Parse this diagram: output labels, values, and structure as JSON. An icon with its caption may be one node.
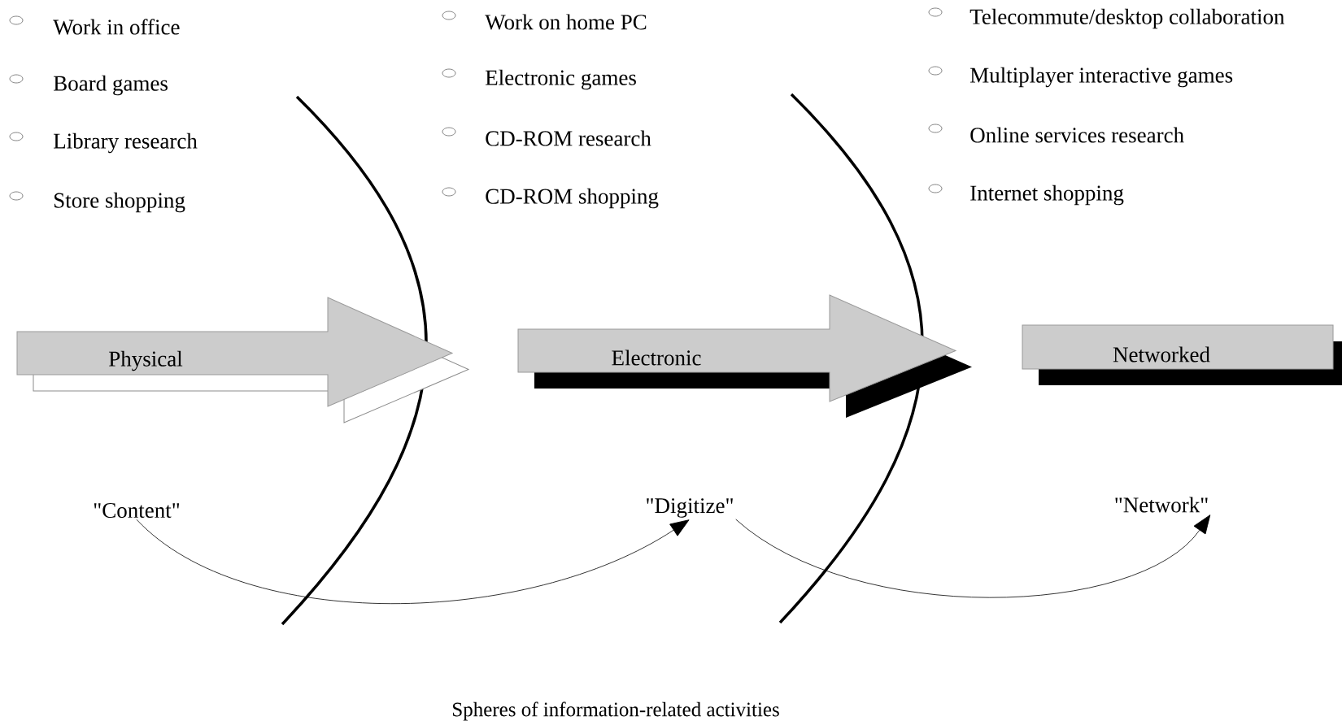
{
  "diagram": {
    "caption": "Spheres of information-related activities",
    "nodes": [
      {
        "text": [
          "Physical"
        ]
      },
      {
        "text": [
          "Electronic"
        ]
      },
      {
        "text": [
          "Networked"
        ]
      },
      {
        "text": [
          "\"Content\""
        ]
      },
      {
        "text": [
          "\"Digitize\""
        ]
      },
      {
        "text": [
          "\"Network\""
        ]
      }
    ],
    "edges": [
      {
        "from": 3,
        "to": 4,
        "arrow": "to"
      },
      {
        "from": 4,
        "to": 5,
        "arrow": "to"
      }
    ],
    "labels": [
      "Work in office",
      "Board games",
      "Library research",
      "Store shopping",
      "Work on home PC",
      "Electronic games",
      "CD-ROM research",
      "CD-ROM shopping",
      "Telecommute/desktop collaboration",
      "Multiplayer interactive games",
      "Online services research",
      "Internet shopping"
    ]
  }
}
